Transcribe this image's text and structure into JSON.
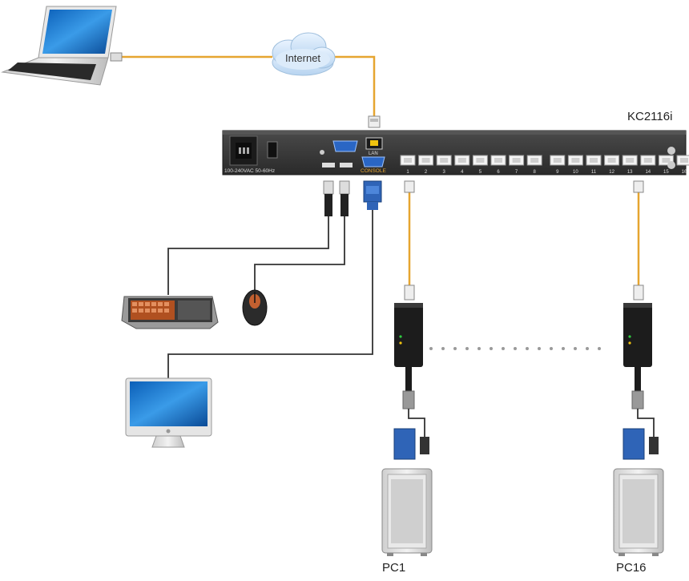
{
  "diagram": {
    "model": "KC2116i",
    "cloud_label": "Internet",
    "power_label": "100-240VAC 50-60Hz",
    "lan_label": "LAN",
    "console_label": "CONSOLE",
    "ports": [
      "1",
      "2",
      "3",
      "4",
      "5",
      "6",
      "7",
      "8",
      "9",
      "10",
      "11",
      "12",
      "13",
      "14",
      "15",
      "16"
    ],
    "pc_labels": [
      "PC1",
      "PC16"
    ]
  }
}
